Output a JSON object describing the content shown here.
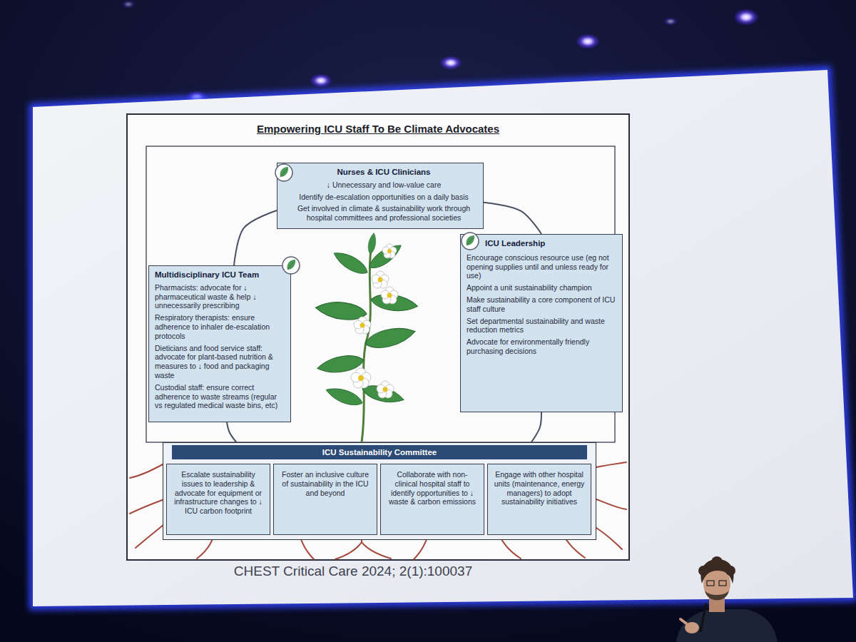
{
  "diagram": {
    "title": "Empowering ICU Staff To Be Climate Advocates",
    "caption": "CHEST Critical Care 2024; 2(1):100037",
    "nodes": [
      {
        "text": [
          "Nurses & ICU Clinicians",
          "↓ Unnecessary and low-value care",
          "Identify de-escalation opportunities on a daily basis",
          "Get involved in climate & sustainability work through hospital committees and professional societies"
        ]
      },
      {
        "text": [
          "Multidisciplinary ICU Team",
          "Pharmacists: advocate for ↓ pharmaceutical waste & help ↓ unnecessarily prescribing",
          "Respiratory therapists: ensure adherence to inhaler de-escalation protocols",
          "Dieticians and food service staff: advocate for plant-based nutrition & measures to ↓ food and packaging waste",
          "Custodial staff: ensure correct adherence to waste streams (regular vs regulated medical waste bins, etc)"
        ]
      },
      {
        "text": [
          "ICU Leadership",
          "Encourage conscious resource use (eg not opening supplies until and unless ready for use)",
          "Appoint a unit sustainability champion",
          "Make sustainability a core component of ICU staff culture",
          "Set departmental sustainability and waste reduction metrics",
          "Advocate for environmentally friendly purchasing decisions"
        ]
      },
      {
        "text": [
          "ICU Sustainability Committee"
        ]
      },
      {
        "text": [
          "Escalate sustainability issues to leadership & advocate for equipment or infrastructure changes to ↓ ICU carbon footprint"
        ],
        "in": 3
      },
      {
        "text": [
          "Foster an inclusive culture of sustainability in the ICU and beyond"
        ],
        "in": 3
      },
      {
        "text": [
          "Collaborate with non-clinical hospital staff to identify opportunities to ↓ waste & carbon emissions"
        ],
        "in": 3
      },
      {
        "text": [
          "Engage with other hospital units (maintenance, energy managers) to adopt sustainability initiatives"
        ],
        "in": 3
      }
    ],
    "edges": [
      {
        "from": 0,
        "to": 1,
        "arrow": "none"
      },
      {
        "from": 0,
        "to": 2,
        "arrow": "none"
      },
      {
        "from": 1,
        "to": 3,
        "arrow": "none"
      },
      {
        "from": 2,
        "to": 3,
        "arrow": "none"
      }
    ]
  }
}
